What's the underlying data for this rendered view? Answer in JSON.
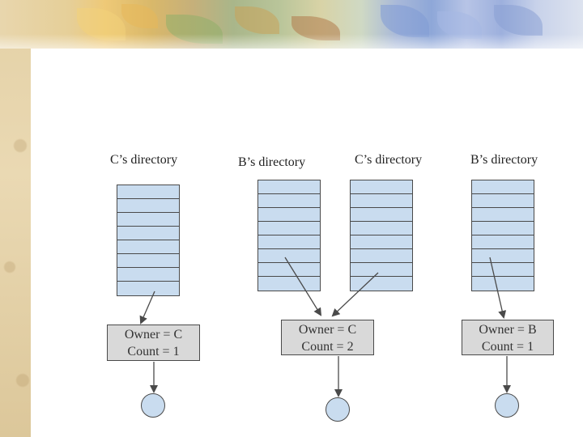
{
  "diagram": {
    "left": {
      "title": "C’s directory",
      "rows": 8,
      "owner_line": "Owner = C",
      "count_line": "Count = 1"
    },
    "middle": {
      "title_b": "B’s directory",
      "title_c": "C’s directory",
      "rows_b": 8,
      "rows_c": 8,
      "owner_line": "Owner = C",
      "count_line": "Count = 2"
    },
    "right": {
      "title": "B’s directory",
      "rows": 8,
      "owner_line": "Owner = B",
      "count_line": "Count = 1"
    }
  },
  "colors": {
    "table_fill": "#c9dcef",
    "box_fill": "#d9d9d9",
    "stroke": "#4a4a4a"
  }
}
